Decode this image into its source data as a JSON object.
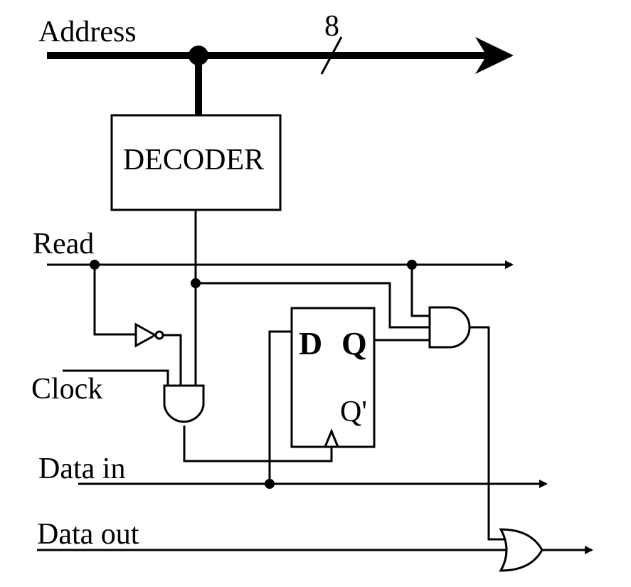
{
  "labels": {
    "address": "Address",
    "bus_width": "8",
    "decoder": "DECODER",
    "read": "Read",
    "clock": "Clock",
    "data_in": "Data in",
    "data_out": "Data out",
    "ff_d": "D",
    "ff_q": "Q",
    "ff_qbar": "Q'"
  }
}
